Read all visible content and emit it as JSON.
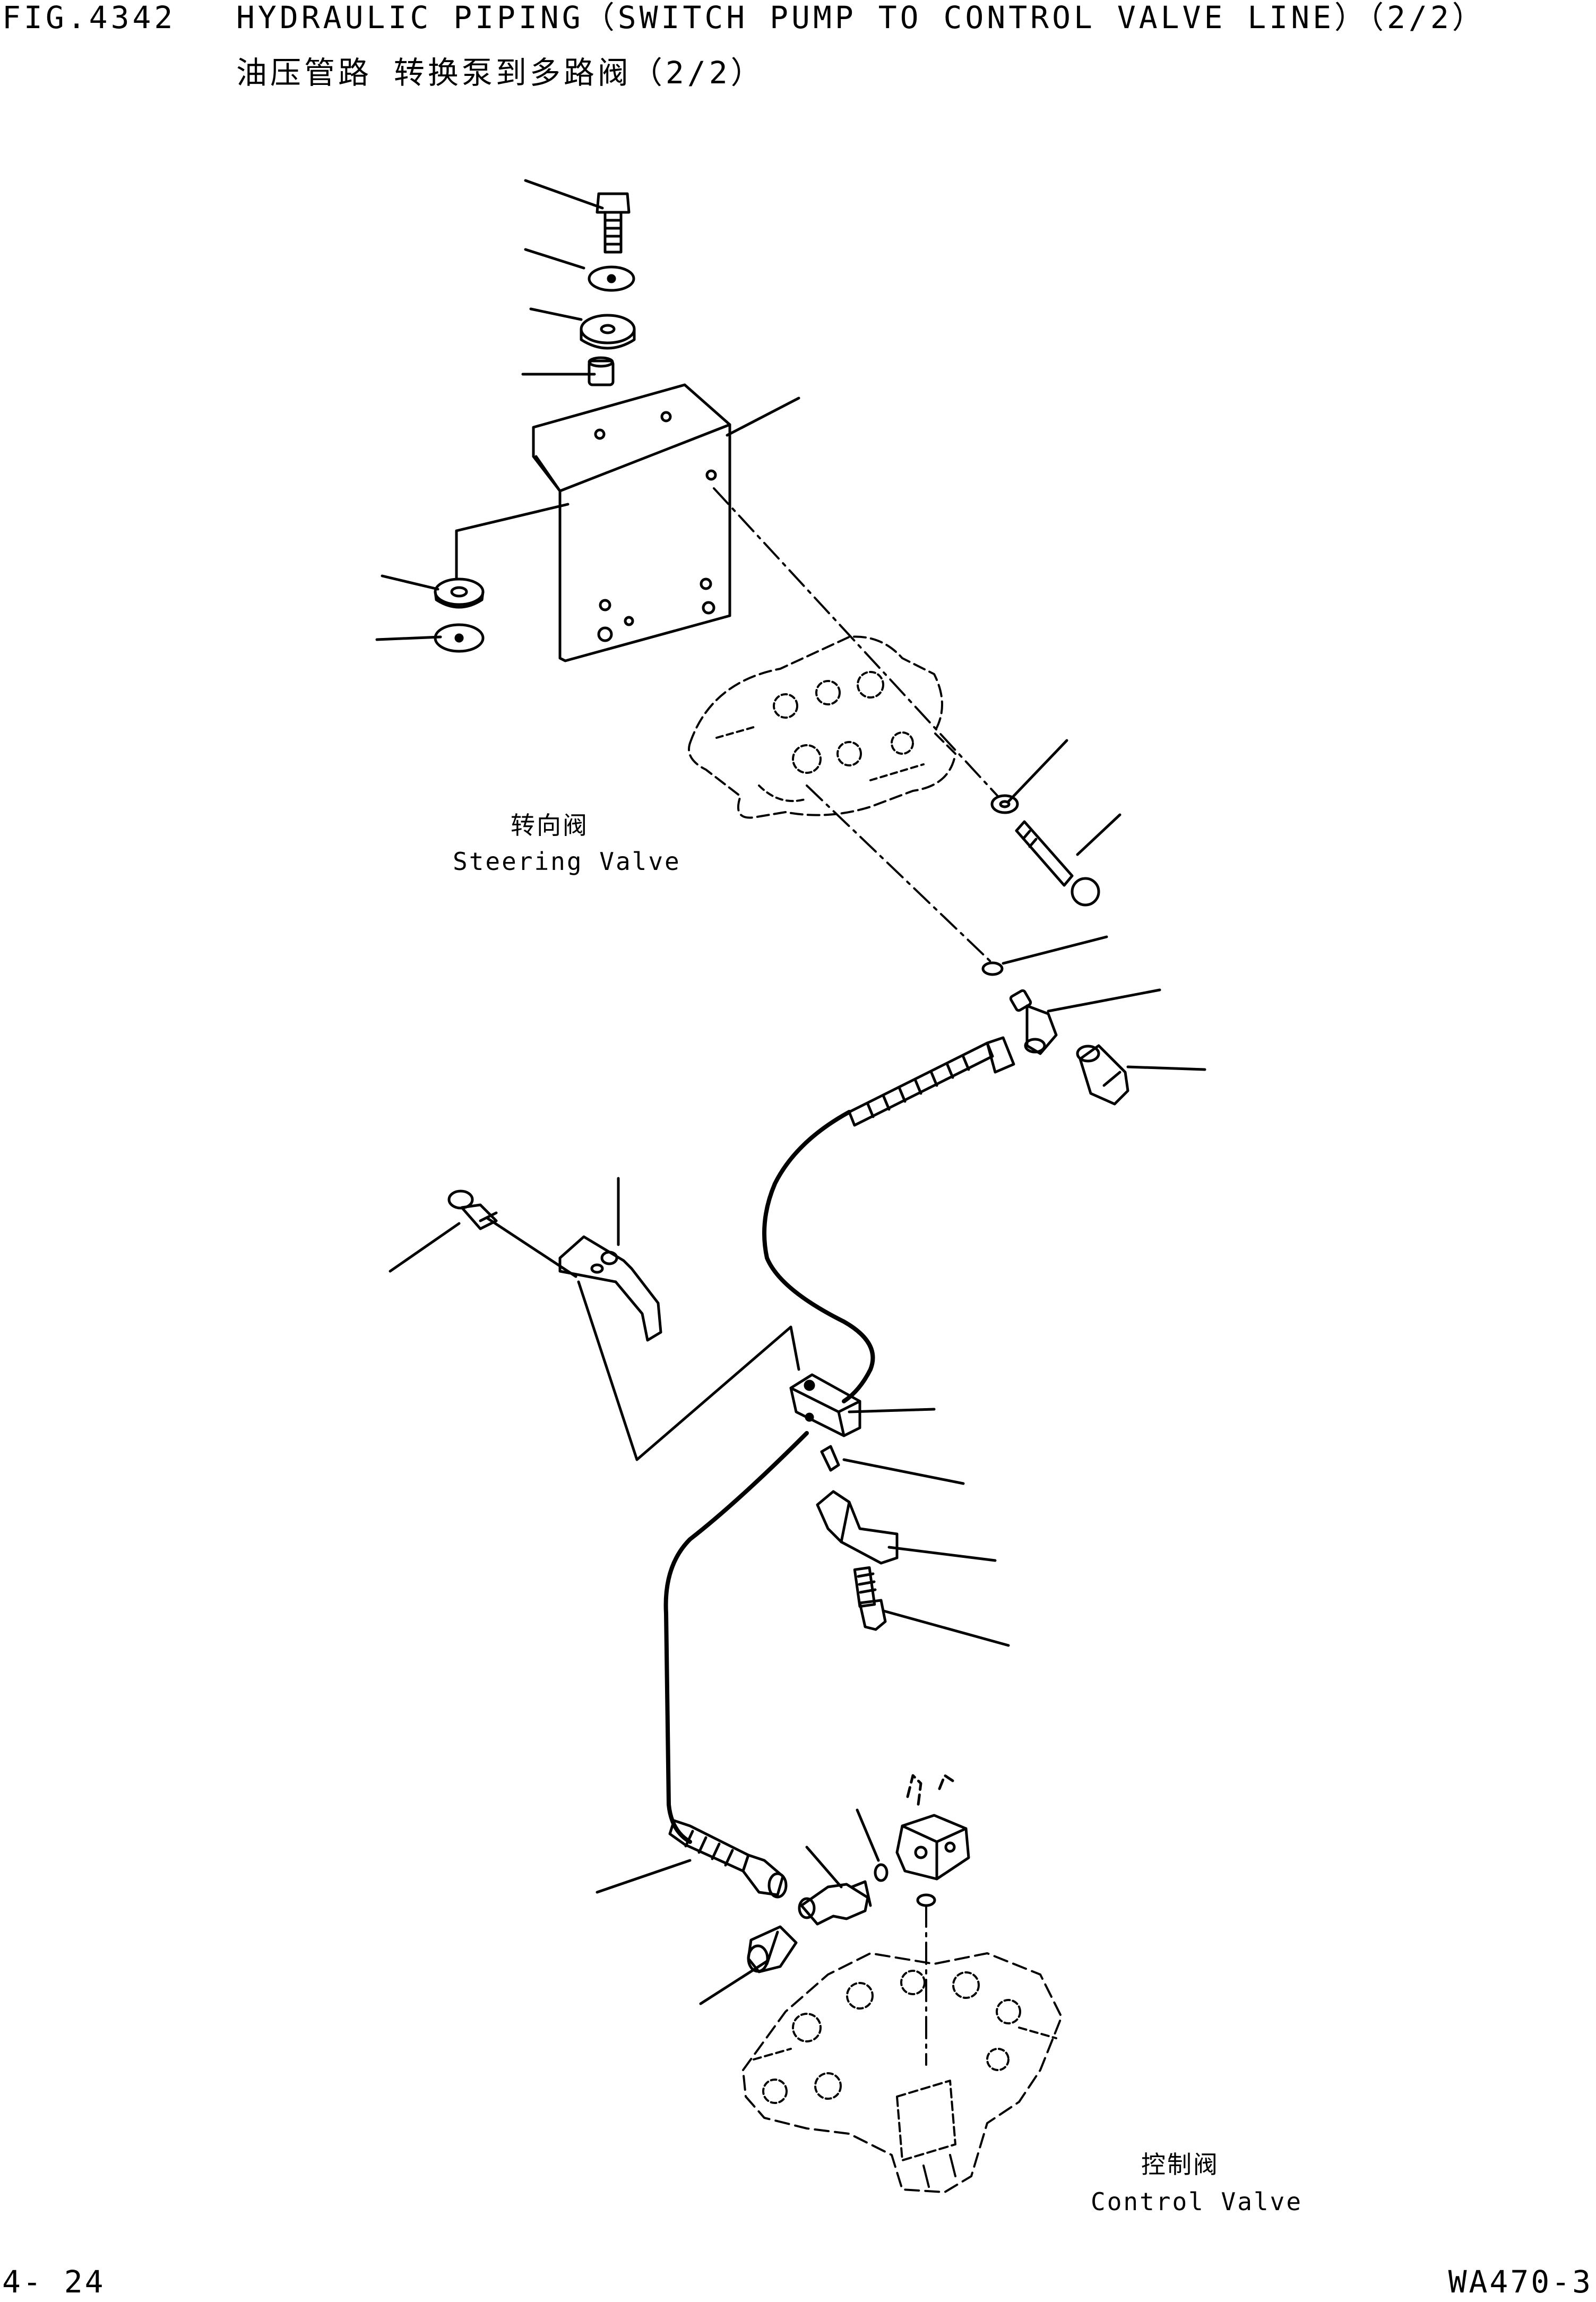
{
  "header": {
    "fig_number": "FIG.4342",
    "title_en": "HYDRAULIC PIPING（SWITCH PUMP TO CONTROL VALVE LINE）（2/2）",
    "title_zh": "油压管路 转换泵到多路阀（2/2）"
  },
  "labels": {
    "steering_valve_zh": "转向阀",
    "steering_valve_en": "Steering Valve",
    "control_valve_zh": "控制阀",
    "control_valve_en": "Control Valve"
  },
  "footer": {
    "page_number": "4- 24",
    "model": "WA470-3"
  }
}
